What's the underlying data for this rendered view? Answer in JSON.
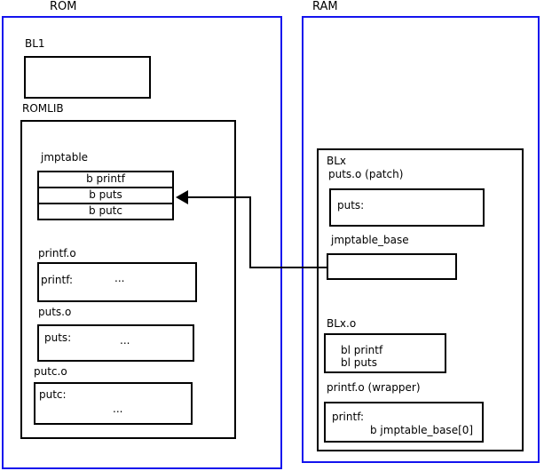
{
  "colors": {
    "container_border": "#1414ee",
    "box_border": "#000000",
    "background": "#ffffff",
    "text": "#000000"
  },
  "rom": {
    "label": "ROM",
    "bl1_label": "BL1",
    "romlib_label": "ROMLIB",
    "jmptable": {
      "label": "jmptable",
      "rows": [
        "b printf",
        "b puts",
        "b putc"
      ]
    },
    "printf_o": {
      "label": "printf.o",
      "sym": "printf:",
      "dots": "..."
    },
    "puts_o": {
      "label": "puts.o",
      "sym": "puts:",
      "dots": "..."
    },
    "putc_o": {
      "label": "putc.o",
      "sym": "putc:",
      "dots": "..."
    }
  },
  "ram": {
    "label": "RAM",
    "blx_label": "BLx",
    "puts_patch": {
      "label": "puts.o (patch)",
      "sym": "puts:"
    },
    "jmptable_base_label": "jmptable_base",
    "blx_o": {
      "label": "BLx.o",
      "lines": [
        "bl printf",
        "bl puts"
      ]
    },
    "printf_wrapper": {
      "label": "printf.o (wrapper)",
      "sym": "printf:",
      "branch": "b jmptable_base[0]"
    }
  }
}
